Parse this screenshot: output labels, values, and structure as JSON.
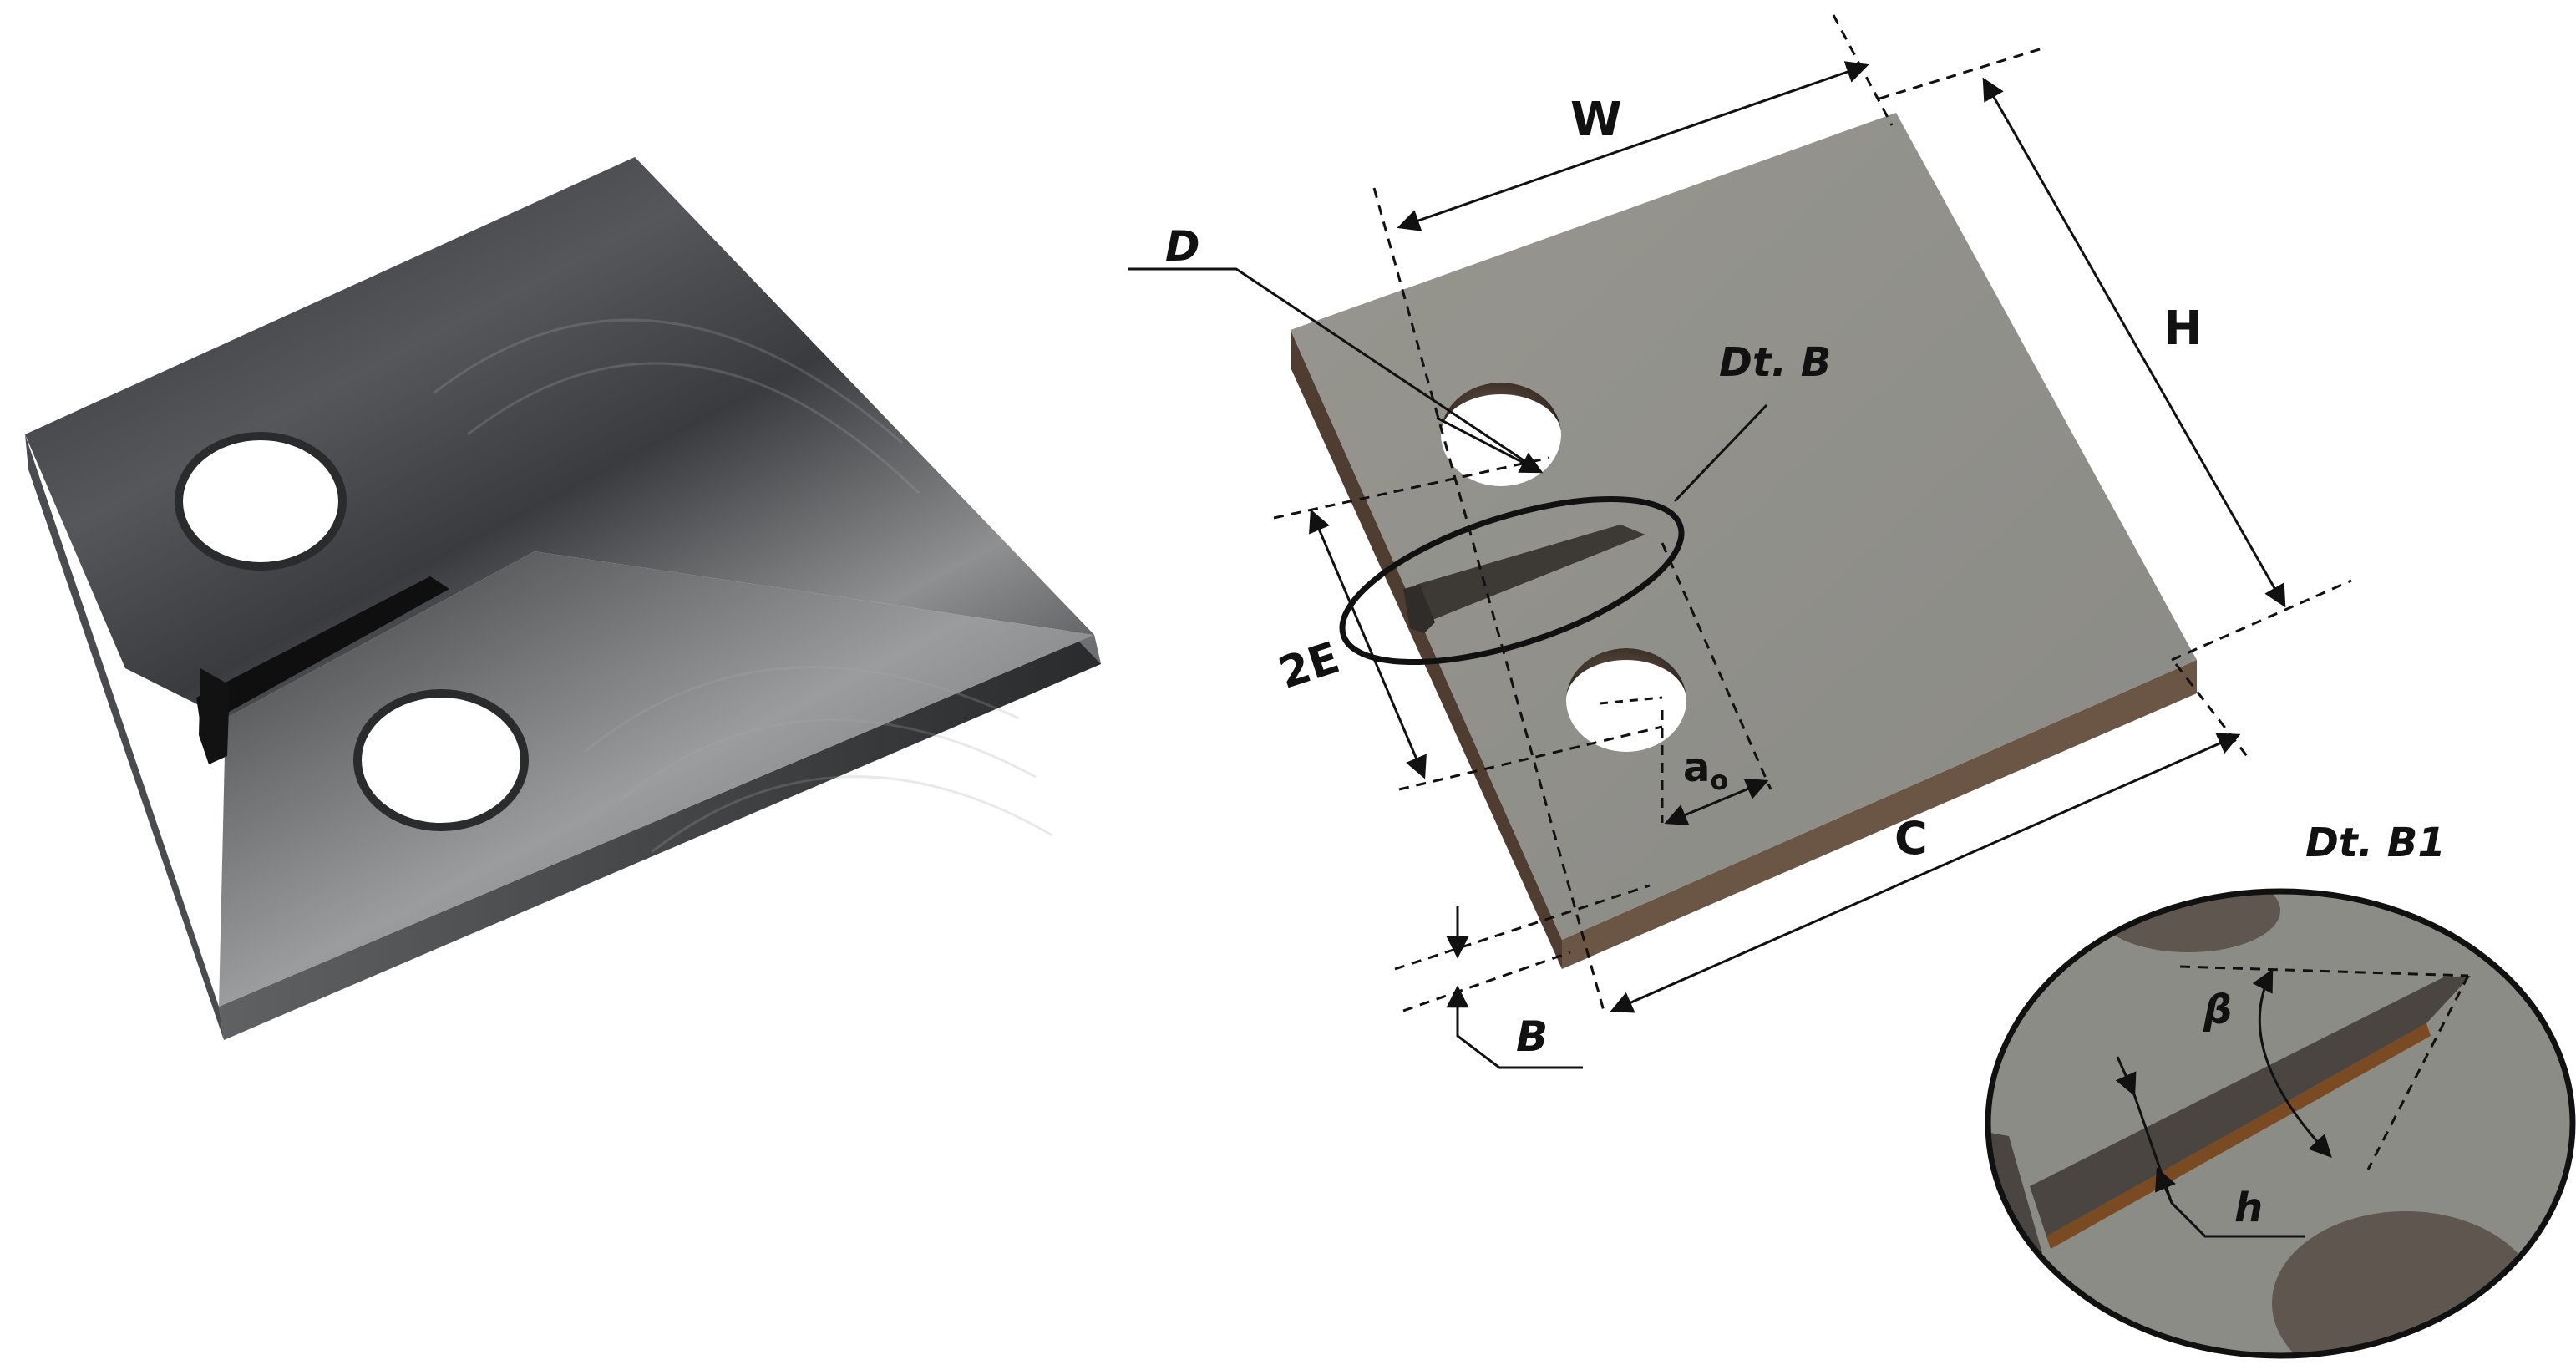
{
  "figure": {
    "photo_panel": {
      "subject": "machined steel compact tension specimen with two holes and a notch"
    },
    "drawing_panel": {
      "labels": {
        "width": "W",
        "height": "H",
        "hole_diameter": "D",
        "detail_b": "Dt. B",
        "hole_spacing": "2E",
        "crack_length_main": "a",
        "crack_length_sub": "o",
        "overall_length": "C",
        "thickness": "B"
      }
    },
    "detail_panel": {
      "title": "Dt. B1",
      "labels": {
        "notch_angle": "β",
        "notch_width": "h"
      }
    },
    "colors": {
      "steel_dark": "#3a3b3d",
      "steel_light": "#8a8c8e",
      "model_face": "#8f8f8b",
      "model_side": "#5a4638",
      "line": "#111111"
    }
  }
}
